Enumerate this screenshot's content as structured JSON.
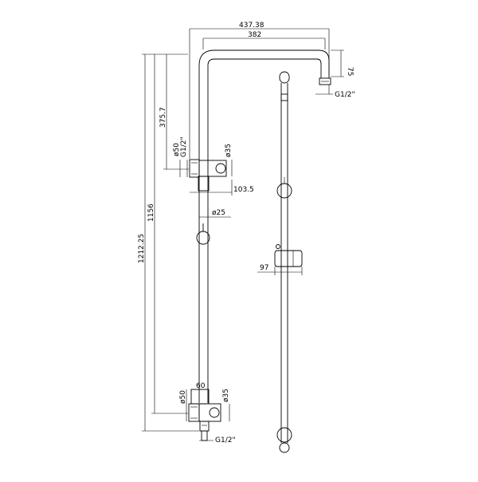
{
  "drawing": {
    "dimensions": {
      "overall_width": "437.38",
      "arm_width": "382",
      "arm_height": "75",
      "top_thread": "G1/2\"",
      "height_upper": "375.7",
      "height_main": "1156",
      "height_total": "1212.25",
      "upper_diam_body": "ø50",
      "upper_thread": "G1/2\"",
      "upper_diam_knob": "ø35",
      "offset": "103.5",
      "pipe_diam": "ø25",
      "slider_width": "97",
      "lower_diam_body": "ø50",
      "lower_width": "60",
      "lower_diam_knob": "ø35",
      "bottom_thread": "G1/2\""
    }
  }
}
